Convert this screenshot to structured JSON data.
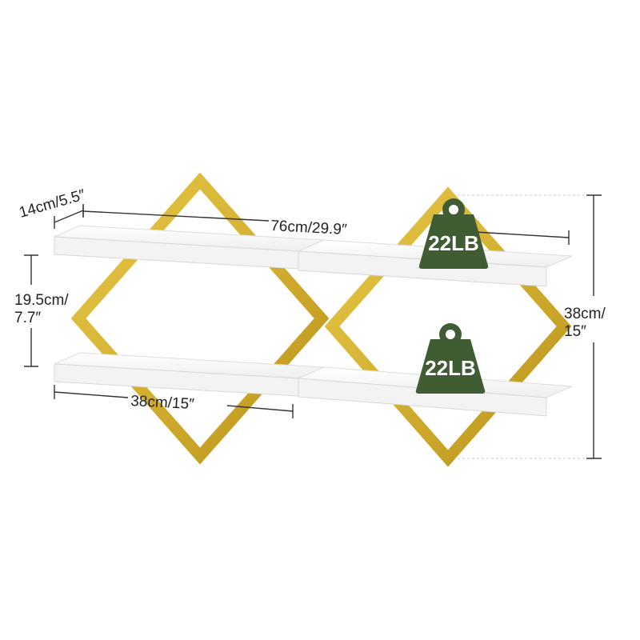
{
  "product": {
    "frame_color": "#d4b030",
    "frame_shade": "#b8921c",
    "shelf_color": "#f7f7f7",
    "shelf_edge": "#dcdcdc",
    "badge_color": "#3f5c33"
  },
  "dimensions": {
    "depth": "14cm/5.5″",
    "total_width": "76cm/29.9″",
    "shelf_gap_line1": "19.5cm/",
    "shelf_gap_line2": "7.7″",
    "total_height_line1": "38cm/",
    "total_height_line2": "15″",
    "shelf_width": "38cm/15″"
  },
  "load_badges": [
    {
      "label": "22LB",
      "icon": "weight-icon"
    },
    {
      "label": "22LB",
      "icon": "weight-icon"
    }
  ]
}
